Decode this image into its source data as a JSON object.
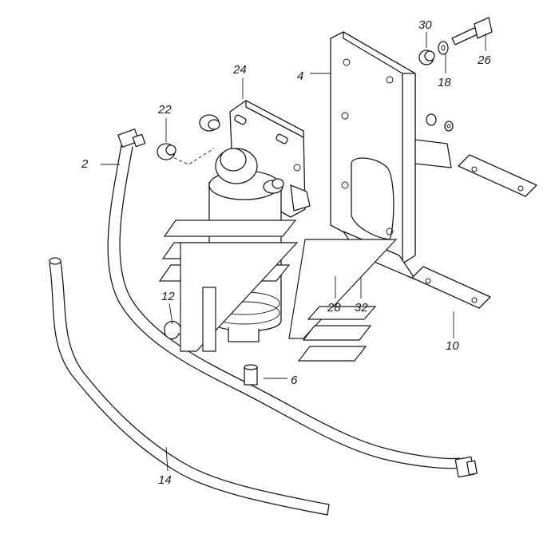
{
  "callouts": {
    "c2": "2",
    "c4": "4",
    "c6": "6",
    "c10": "10",
    "c12": "12",
    "c14": "14",
    "c18": "18",
    "c22": "22",
    "c24": "24",
    "c26": "26",
    "c28": "28",
    "c30": "30",
    "c32": "32"
  }
}
